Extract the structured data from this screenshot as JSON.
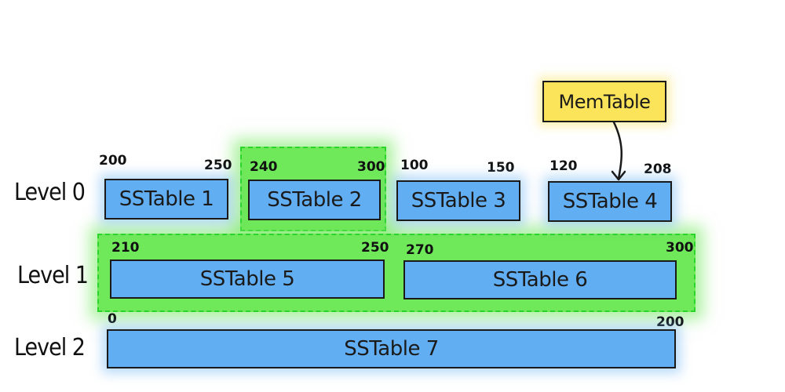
{
  "diagram": {
    "title": "LSM tree levels with MemTable",
    "memtable": {
      "label": "MemTable",
      "color": "#fbe35a",
      "flushes_to": "SSTable 4"
    },
    "levels": [
      {
        "label": "Level 0",
        "sstables": [
          {
            "name": "SSTable 1",
            "min_key": "200",
            "max_key": "250",
            "highlighted": false
          },
          {
            "name": "SSTable 2",
            "min_key": "240",
            "max_key": "300",
            "highlighted": true
          },
          {
            "name": "SSTable 3",
            "min_key": "100",
            "max_key": "150",
            "highlighted": false
          },
          {
            "name": "SSTable 4",
            "min_key": "120",
            "max_key": "208",
            "highlighted": false
          }
        ]
      },
      {
        "label": "Level 1",
        "sstables": [
          {
            "name": "SSTable 5",
            "min_key": "210",
            "max_key": "250",
            "highlighted": true
          },
          {
            "name": "SSTable 6",
            "min_key": "270",
            "max_key": "300",
            "highlighted": true
          }
        ]
      },
      {
        "label": "Level 2",
        "sstables": [
          {
            "name": "SSTable 7",
            "min_key": "0",
            "max_key": "200",
            "highlighted": false
          }
        ]
      }
    ],
    "colors": {
      "sstable": "#62aef2",
      "compaction_highlight": "#6fe85a",
      "outline": "#1a1a1a"
    }
  }
}
